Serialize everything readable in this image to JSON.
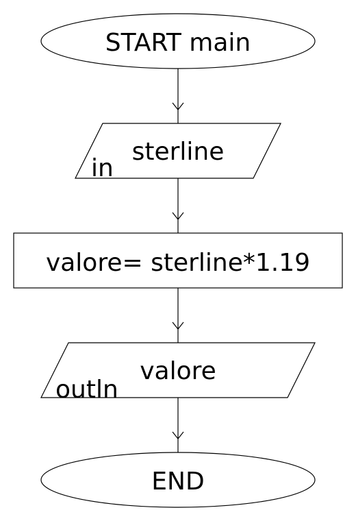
{
  "flowchart": {
    "start": {
      "label": "START main"
    },
    "input": {
      "keyword": "in",
      "variable": "sterline"
    },
    "process": {
      "label": "valore= sterline*1.19"
    },
    "output": {
      "keyword": "outln",
      "variable": "valore"
    },
    "end": {
      "label": "END"
    }
  }
}
